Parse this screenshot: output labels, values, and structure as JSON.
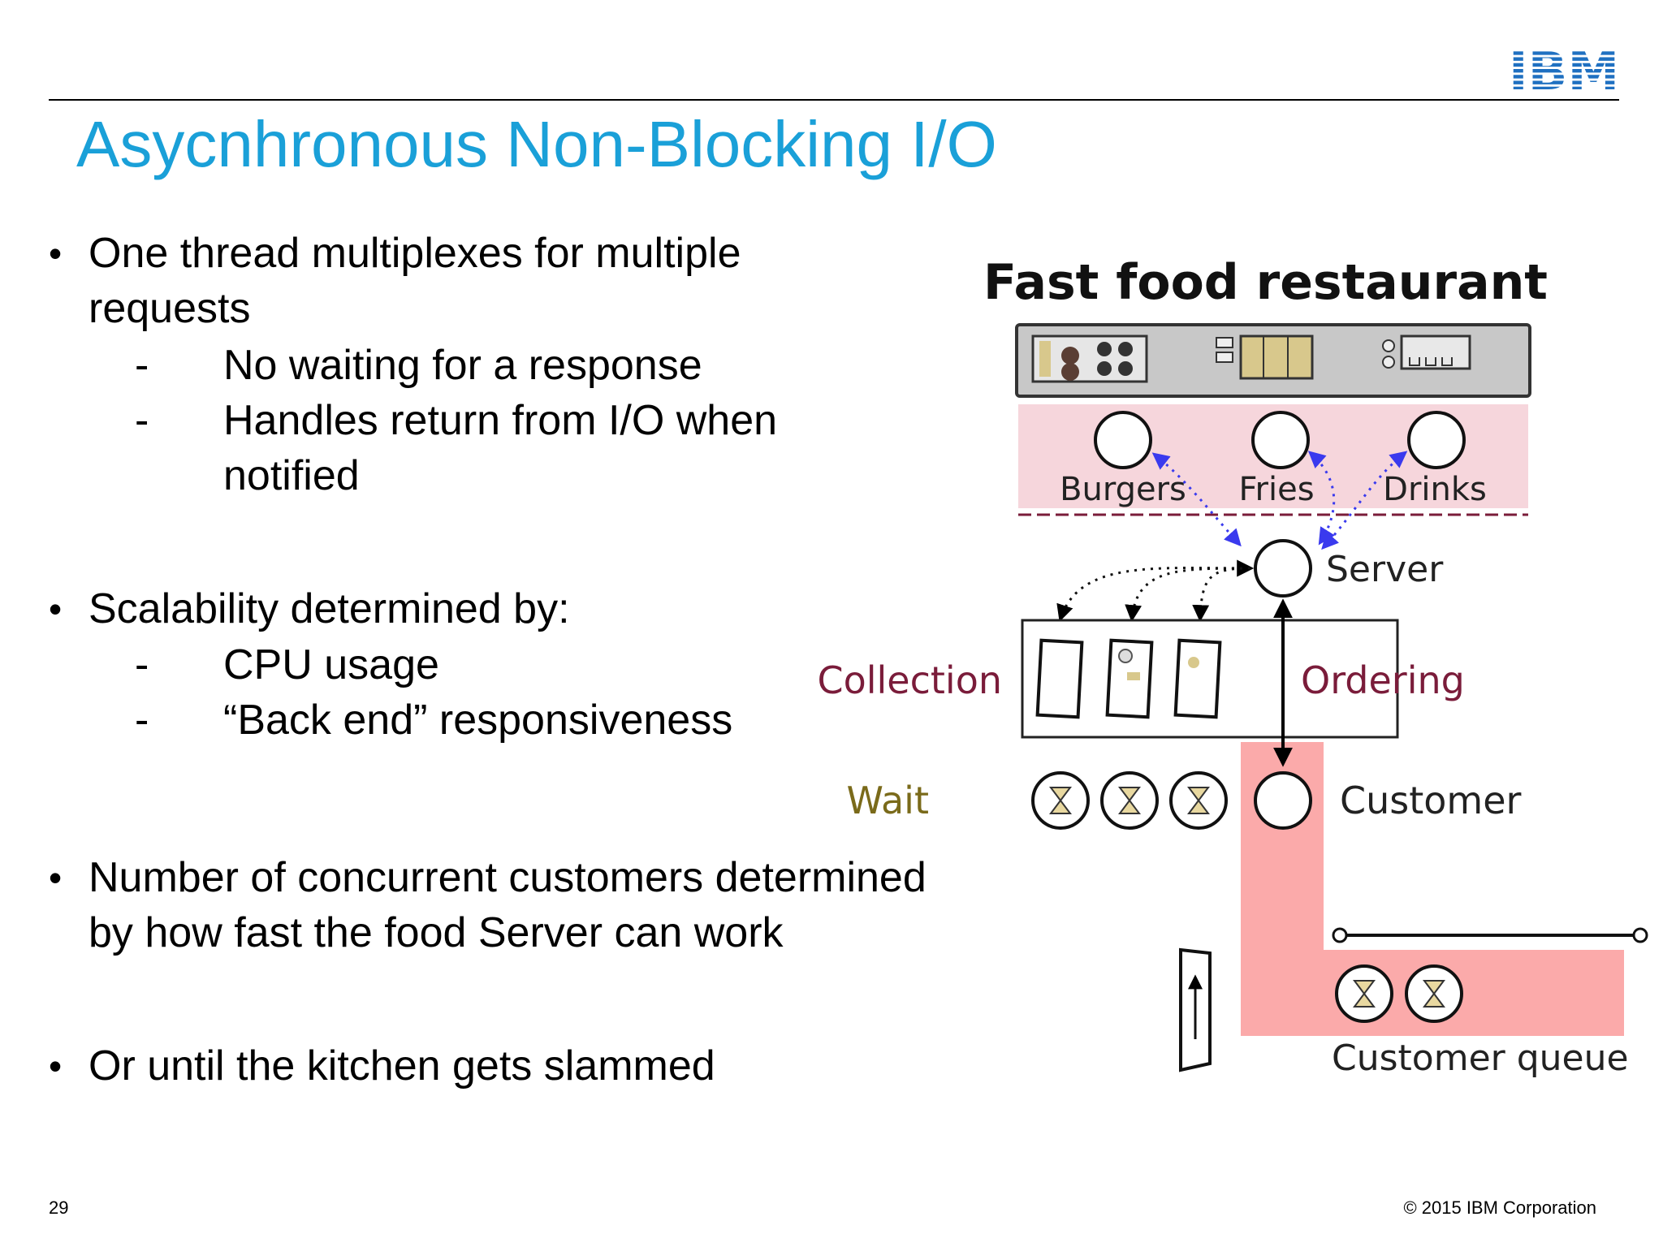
{
  "logo_text": "IBM",
  "title": "Asycnhronous Non-Blocking I/O",
  "bullets": [
    {
      "text": "One thread multiplexes for multiple requests",
      "subs": [
        "No waiting for a response",
        "Handles return from I/O when notified"
      ]
    },
    {
      "text": "Scalability determined by:",
      "subs": [
        "CPU usage",
        "“Back end” responsiveness"
      ]
    },
    {
      "text": "Number of concurrent customers determined by how fast the food Server can work",
      "subs": []
    },
    {
      "text": "Or until the kitchen gets slammed",
      "subs": []
    }
  ],
  "bullet_glyph": "•",
  "sub_glyph": "-",
  "diagram": {
    "title": "Fast food restaurant",
    "stations": [
      "Burgers",
      "Fries",
      "Drinks"
    ],
    "server": "Server",
    "collection": "Collection",
    "ordering": "Ordering",
    "wait": "Wait",
    "customer": "Customer",
    "customer_queue": "Customer queue"
  },
  "colors": {
    "title_blue": "#1aa0d8",
    "kitchen_pink": "#f6d6dc",
    "queue_pink": "#fbaaaa",
    "collection_maroon": "#7a1c3a",
    "wait_olive": "#7a6a1a"
  },
  "page_number": "29",
  "footer": "© 2015 IBM Corporation"
}
